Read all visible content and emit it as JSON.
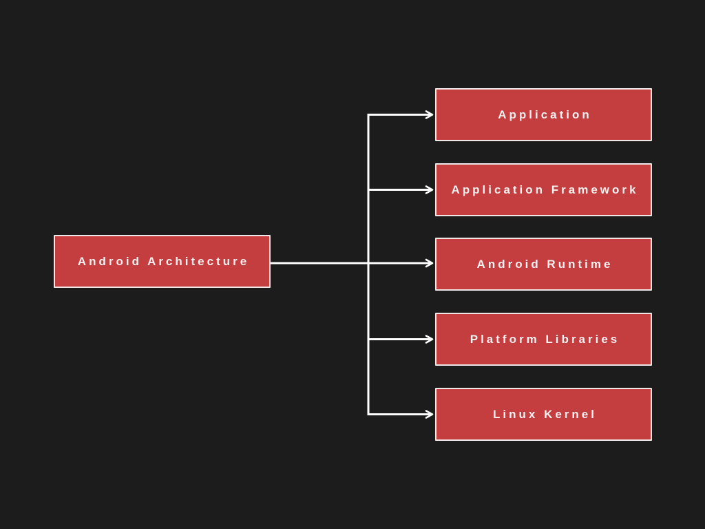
{
  "diagram": {
    "root": {
      "label": "Android Architecture"
    },
    "children": [
      {
        "label": "Application"
      },
      {
        "label": "Application Framework"
      },
      {
        "label": "Android Runtime"
      },
      {
        "label": "Platform Libraries"
      },
      {
        "label": "Linux Kernel"
      }
    ],
    "colors": {
      "background": "#1d1c1c",
      "node_fill": "#c43d3f",
      "node_border": "#f0e7e7",
      "node_text": "#f7f1f1",
      "connector": "#ffffff"
    }
  }
}
